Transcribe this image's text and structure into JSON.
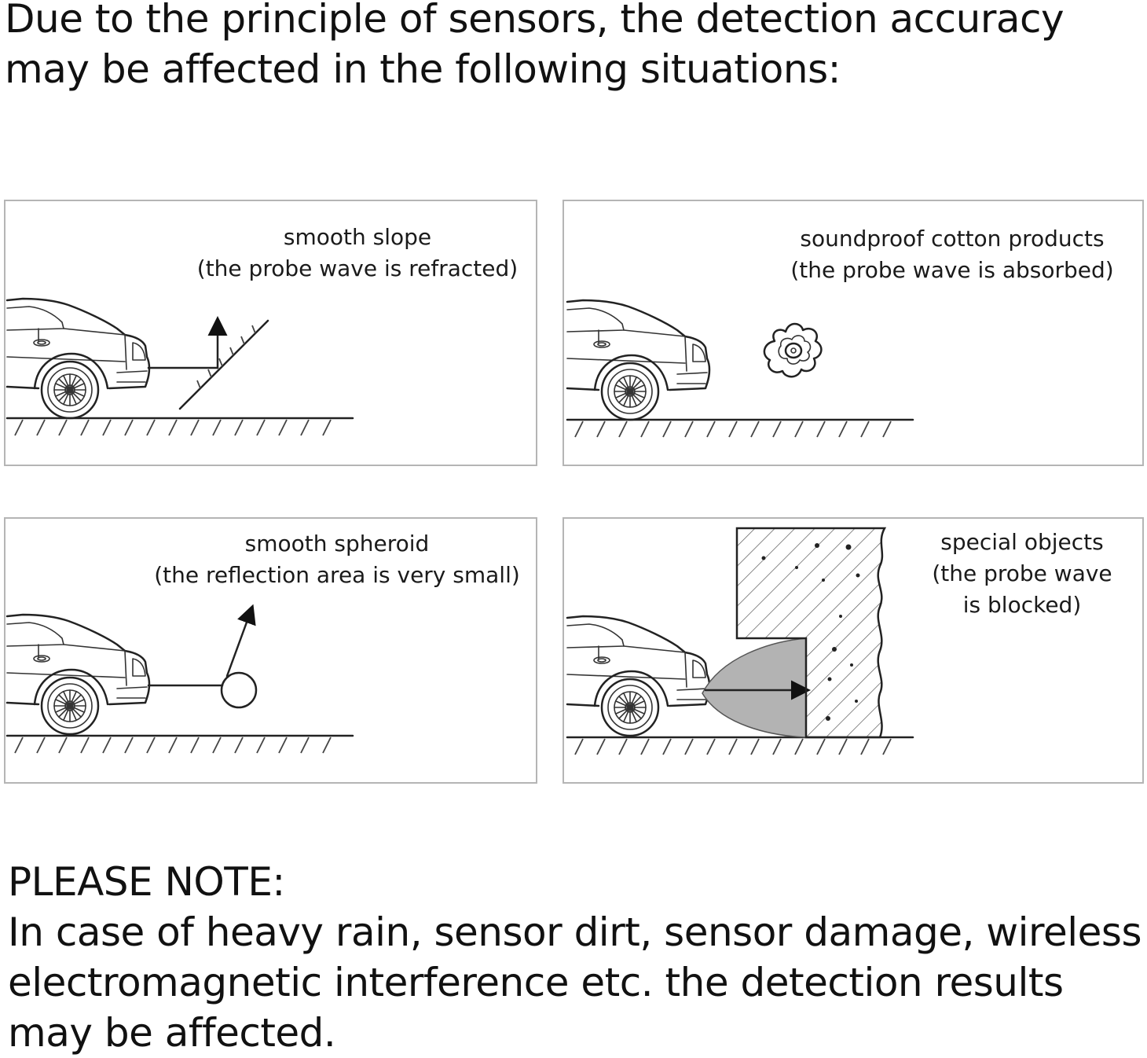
{
  "intro": "Due to the principle of sensors, the detection accuracy may be affected in the following situations:",
  "panels": [
    {
      "id": "smooth-slope",
      "title": "smooth slope",
      "detail": "(the probe wave is refracted)",
      "icon": "refracted-slope-illustration"
    },
    {
      "id": "soundproof-cotton",
      "title": "soundproof cotton products",
      "detail": "(the probe wave is absorbed)",
      "icon": "absorbing-cotton-illustration"
    },
    {
      "id": "smooth-spheroid",
      "title": "smooth spheroid",
      "detail": "(the reflection area is very small)",
      "icon": "small-sphere-illustration"
    },
    {
      "id": "special-objects",
      "title": "special objects",
      "detail_line1": "(the probe wave",
      "detail_line2": "is blocked)",
      "icon": "blocking-wall-illustration"
    }
  ],
  "note": {
    "heading": "PLEASE NOTE:",
    "body": "In case of heavy rain, sensor dirt, sensor damage, wireless electromagnetic interference etc. the detection results may be affected."
  }
}
